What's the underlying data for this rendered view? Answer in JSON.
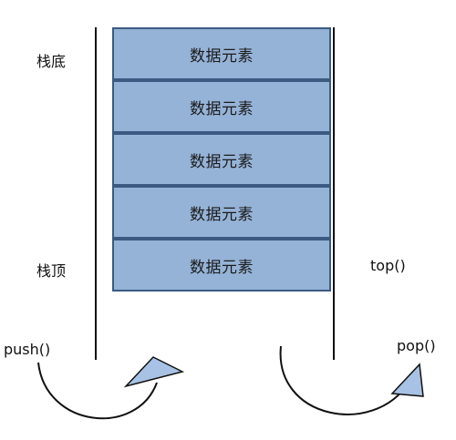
{
  "stack": {
    "cells": [
      "数据元素",
      "数据元素",
      "数据元素",
      "数据元素",
      "数据元素"
    ]
  },
  "labels": {
    "bottom": "栈底",
    "top": "栈顶",
    "top_fn": "top()",
    "push": "push()",
    "pop": "pop()"
  },
  "colors": {
    "cell_fill": "#95b3d7",
    "cell_border": "#3c5a82",
    "arrow_fill": "#a7c2e4",
    "line": "#111111"
  }
}
